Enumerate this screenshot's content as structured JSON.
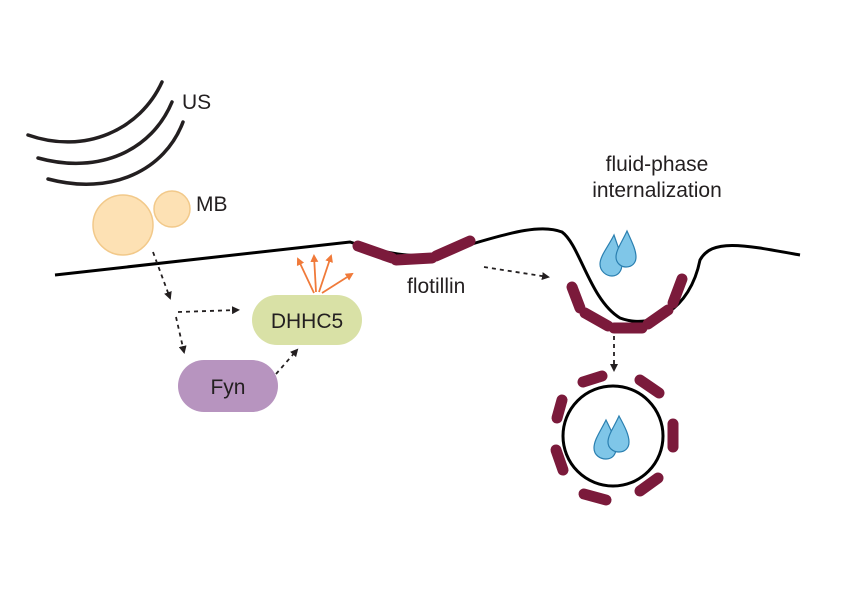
{
  "labels": {
    "ultrasound": "US",
    "microbubble": "MB",
    "dhhc5": "DHHC5",
    "fyn": "Fyn",
    "flotillin": "flotillin",
    "fluid_phase_line1": "fluid-phase",
    "fluid_phase_line2": "internalization"
  },
  "colors": {
    "membrane": "#000000",
    "microbubble_fill": "#fde1b4",
    "microbubble_stroke": "#f2c98a",
    "dhhc5_fill": "#d9e1a6",
    "fyn_fill": "#b794bf",
    "flotillin": "#7b1a3b",
    "arrow_orange": "#f07a3a",
    "droplet_fill": "#7fc6e8",
    "droplet_stroke": "#2a7fb0"
  }
}
